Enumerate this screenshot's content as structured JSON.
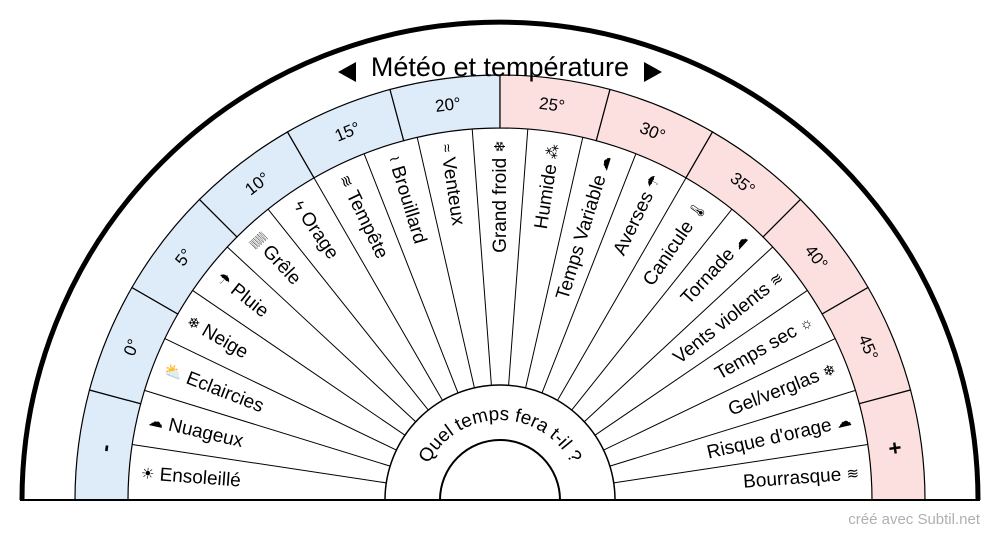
{
  "title": "Météo et température",
  "center_text": "Quel temps fera t-il ?",
  "credit": "créé avec Subtil.net",
  "colors": {
    "cold": "#deebf9",
    "hot": "#fce0e0",
    "ink": "#000000"
  },
  "temperatures": [
    {
      "label": "-",
      "zone": "cold"
    },
    {
      "label": "0°",
      "zone": "cold"
    },
    {
      "label": "5°",
      "zone": "cold"
    },
    {
      "label": "10°",
      "zone": "cold"
    },
    {
      "label": "15°",
      "zone": "cold"
    },
    {
      "label": "20°",
      "zone": "cold"
    },
    {
      "label": "25°",
      "zone": "hot"
    },
    {
      "label": "30°",
      "zone": "hot"
    },
    {
      "label": "35°",
      "zone": "hot"
    },
    {
      "label": "40°",
      "zone": "hot"
    },
    {
      "label": "45°",
      "zone": "hot"
    },
    {
      "label": "+",
      "zone": "hot"
    }
  ],
  "weather": [
    {
      "label": "Ensoleillé",
      "icon": "sun-icon",
      "glyph": "☀"
    },
    {
      "label": "Nuageux",
      "icon": "cloud-icon",
      "glyph": "☁"
    },
    {
      "label": "Eclaircies",
      "icon": "sun-cloud-icon",
      "glyph": "⛅"
    },
    {
      "label": "Neige",
      "icon": "snowflake-icon",
      "glyph": "❄"
    },
    {
      "label": "Pluie",
      "icon": "rain-cloud-icon",
      "glyph": "☂"
    },
    {
      "label": "Grêle",
      "icon": "hail-icon",
      "glyph": "▒"
    },
    {
      "label": "Orage",
      "icon": "lightning-icon",
      "glyph": "ϟ"
    },
    {
      "label": "Tempête",
      "icon": "storm-wind-icon",
      "glyph": "≋"
    },
    {
      "label": "Brouillard",
      "icon": "fog-icon",
      "glyph": "≀"
    },
    {
      "label": "Venteux",
      "icon": "wind-icon",
      "glyph": "≈"
    },
    {
      "label": "Grand froid",
      "icon": "snowflake-icon",
      "glyph": "❄"
    },
    {
      "label": "Humide",
      "icon": "humid-icon",
      "glyph": "⁂"
    },
    {
      "label": "Temps Variable",
      "icon": "variable-icon",
      "glyph": "☁"
    },
    {
      "label": "Averses",
      "icon": "shower-icon",
      "glyph": "☂"
    },
    {
      "label": "Canicule",
      "icon": "thermometer-icon",
      "glyph": "🌡"
    },
    {
      "label": "Tornade",
      "icon": "tornado-icon",
      "glyph": "☁"
    },
    {
      "label": "Vents violents",
      "icon": "strong-wind-icon",
      "glyph": "≋"
    },
    {
      "label": "Temps sec",
      "icon": "sun-outline-icon",
      "glyph": "☼"
    },
    {
      "label": "Gel/verglas",
      "icon": "frost-icon",
      "glyph": "❄"
    },
    {
      "label": "Risque d'orage",
      "icon": "storm-risk-icon",
      "glyph": "☁"
    },
    {
      "label": "Bourrasque",
      "icon": "gust-icon",
      "glyph": "≋"
    }
  ]
}
